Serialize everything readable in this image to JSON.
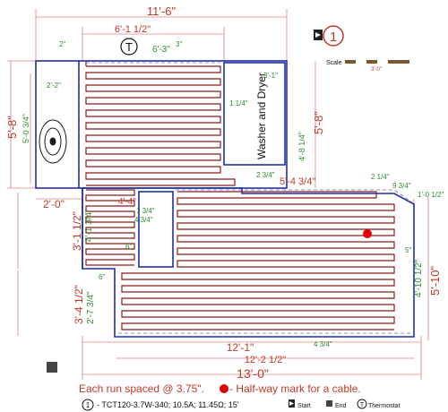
{
  "dimensions": {
    "top_overall": "11'-6\"",
    "top_heat": "6'-1 1/2\"",
    "top_thermo": "6'-3\"",
    "top_2in": "2\"",
    "top_3in": "3\"",
    "left_total": "5'-8\"",
    "left_inner": "5'-0 3/4\"",
    "left_22": "2'-2\"",
    "below_2ft": "2'-0\"",
    "wd_3_1": "3'-1\"",
    "wd_1_1_4": "1 1/4\"",
    "wd_4_8": "4'-8 1/4\"",
    "right_5_8": "5'-8\"",
    "mid_2_3_4": "2 3/4\"",
    "mid_5_4": "5'-4 3/4\"",
    "mid_2_1_4": "2 1/4\"",
    "mid_9_3_4": "9 3/4\"",
    "mid_1_0": "1'-0 1/2\"",
    "nook_4_4": "4'-4\"",
    "nook_1_3_4": "1 3/4\"",
    "nook_4_3_4": "4 3/4\"",
    "left_3_1": "3'-1 1/2\"",
    "left_4_1": "4'-1 3/4\"",
    "six_a": "6\"",
    "six_b": "6\"",
    "left_3_4": "3'-4 1/2\"",
    "left_2_7": "2'-7 3/4\"",
    "right_5in": "5\"",
    "right_4_10": "4'-10 1/2\"",
    "right_5_10": "5'-10\"",
    "bot_12_1": "12'-1\"",
    "bot_4_3_4": "4 3/4\"",
    "bot_12_2": "12'-2 1/2\"",
    "bot_13": "13'-0\""
  },
  "labels": {
    "washer_dryer": "Washer and Dryer",
    "thermostat_symbol": "T",
    "marker_number": "1",
    "scale_label": "Scale",
    "scale_value": "3'-0\""
  },
  "notes": {
    "spacing_text": "Each run spaced @ 3.75\".",
    "halfway_text": "- Half-way mark for a cable."
  },
  "legend": {
    "cable_number": "1",
    "cable_spec": "- TCT120-3.7W-340; 10.5A; 11.45Ω; 15'",
    "start_label": "Start",
    "end_label": "End",
    "thermostat_label": "Thermostat",
    "thermostat_symbol": "T"
  },
  "colors": {
    "wall": "#1f2fa8",
    "cable": "#8b1a1a",
    "dimension": "#c0392b",
    "sub_dimension": "#2e8b2e",
    "halfway": "#e00000"
  }
}
